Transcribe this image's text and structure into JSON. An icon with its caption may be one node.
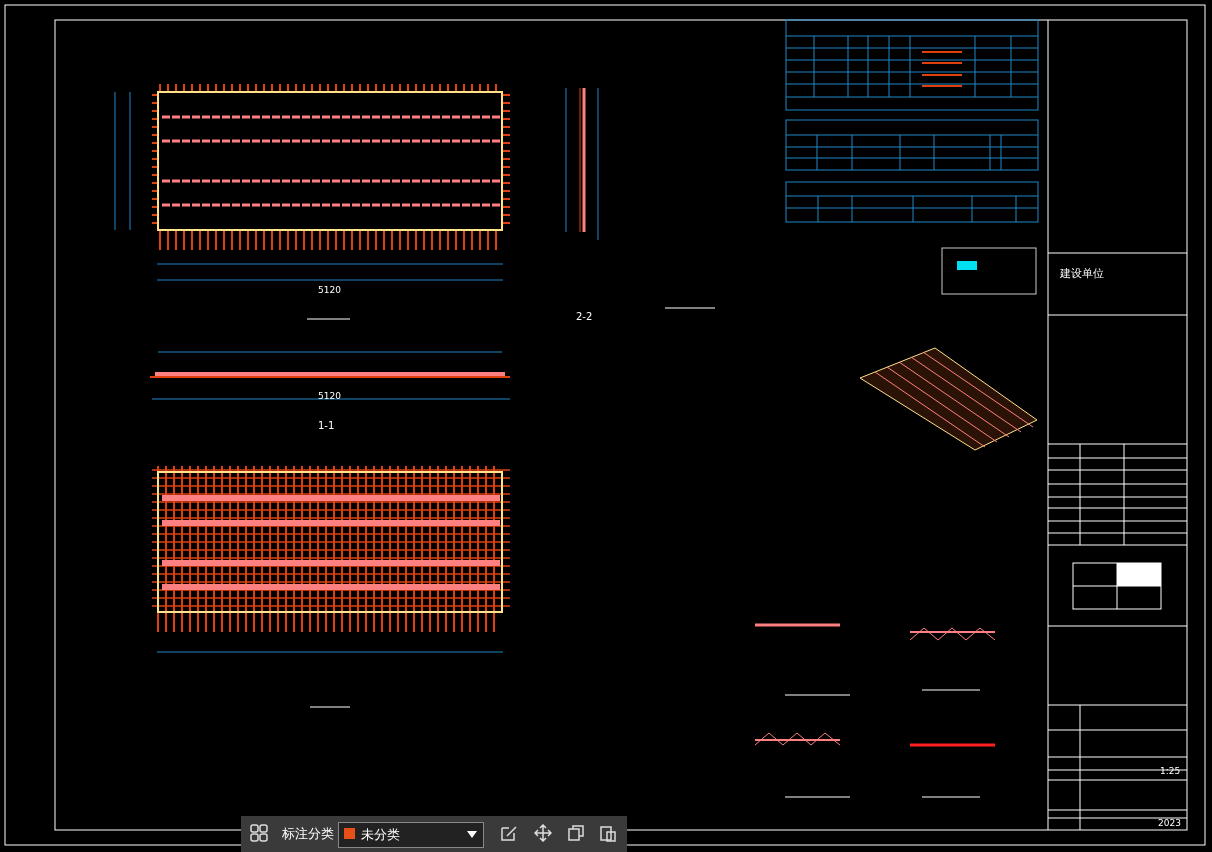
{
  "diagram": {
    "labels": [
      "5120",
      "2-2",
      "1-1",
      "5120",
      "建设单位",
      "1:25",
      "2023",
      "标注分类",
      "未分类"
    ]
  }
}
